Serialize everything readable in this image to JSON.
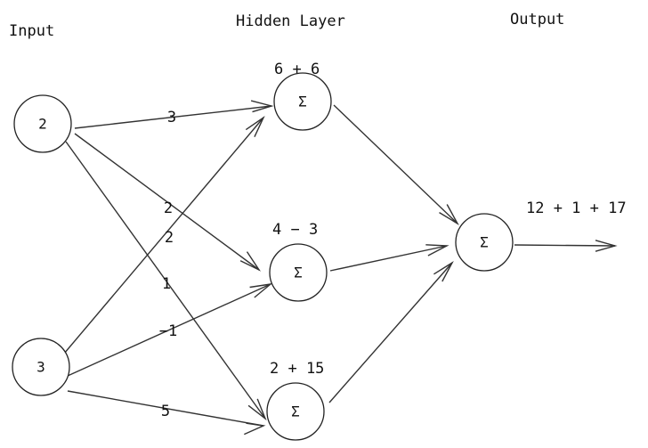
{
  "headings": {
    "input": "Input",
    "hidden": "Hidden Layer",
    "output": "Output"
  },
  "nodes": {
    "input_top": "2",
    "input_bottom": "3",
    "hidden_top": "Σ",
    "hidden_middle": "Σ",
    "hidden_bottom": "Σ",
    "output": "Σ"
  },
  "weights": {
    "in_top_to_h_top": "3",
    "in_top_to_h_middle": "2",
    "in_top_to_h_bottom": "1",
    "in_bottom_to_h_top": "2",
    "in_bottom_to_h_middle": "−1",
    "in_bottom_to_h_bottom": "5"
  },
  "sums": {
    "hidden_top": "6 + 6",
    "hidden_middle": "4 − 3",
    "hidden_bottom": "2 + 15",
    "output": "12 + 1 + 17"
  }
}
